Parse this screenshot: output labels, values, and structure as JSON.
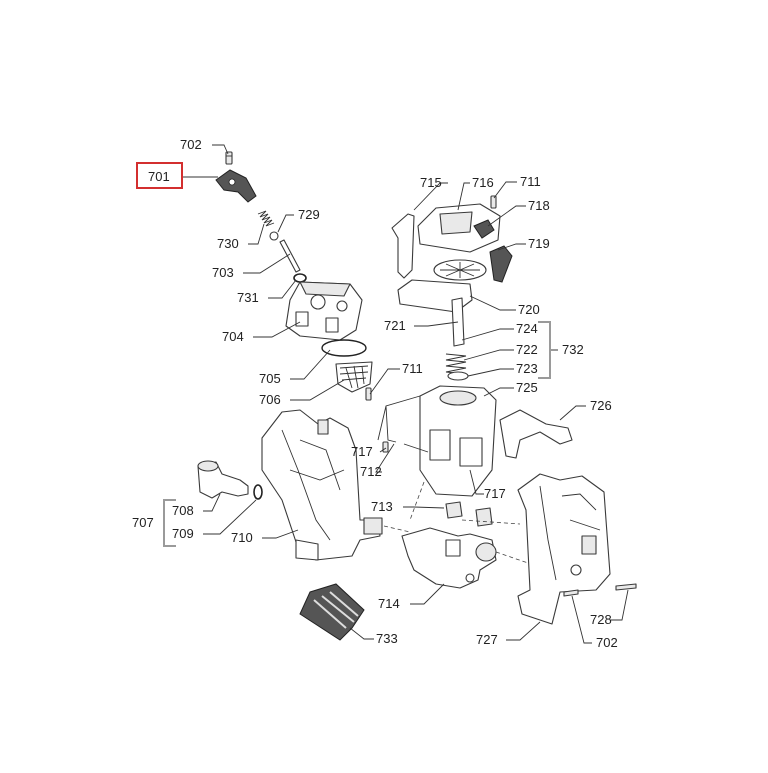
{
  "diagram": {
    "labels": {
      "l701": "701",
      "l702a": "702",
      "l702b": "702",
      "l703": "703",
      "l704": "704",
      "l705": "705",
      "l706": "706",
      "l707": "707",
      "l708": "708",
      "l709": "709",
      "l710": "710",
      "l711a": "711",
      "l711b": "711",
      "l712": "712",
      "l713": "713",
      "l714": "714",
      "l715": "715",
      "l716": "716",
      "l717a": "717",
      "l717b": "717",
      "l718": "718",
      "l719": "719",
      "l720": "720",
      "l721": "721",
      "l722": "722",
      "l723": "723",
      "l724": "724",
      "l725": "725",
      "l726": "726",
      "l727": "727",
      "l728": "728",
      "l729": "729",
      "l730": "730",
      "l731": "731",
      "l732": "732",
      "l733": "733"
    },
    "highlight_color": "#d32f2f",
    "line_color": "#3a3a3a"
  }
}
